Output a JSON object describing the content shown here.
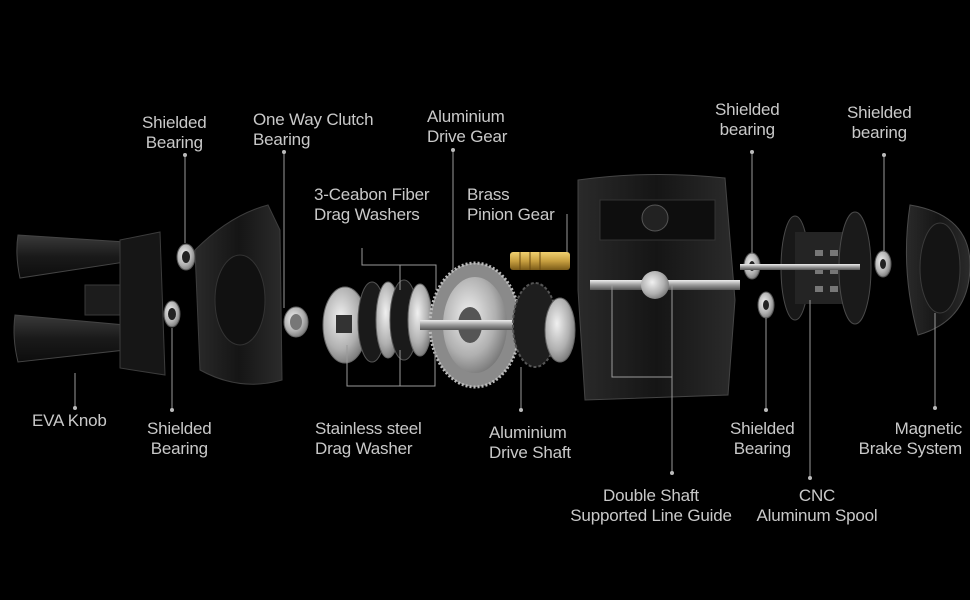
{
  "labels": {
    "shielded_bearing_top_left": [
      "Shielded",
      "Bearing"
    ],
    "one_way_clutch_bearing": [
      "One Way Clutch",
      "Bearing"
    ],
    "aluminium_drive_gear": [
      "Aluminium",
      "Drive Gear"
    ],
    "carbon_fiber_drag_washers": [
      "3-Ceabon Fiber",
      "Drag Washers"
    ],
    "brass_pinion_gear": [
      "Brass",
      "Pinion Gear"
    ],
    "shielded_bearing_top_mid": [
      "Shielded",
      "bearing"
    ],
    "shielded_bearing_top_right": [
      "Shielded",
      "bearing"
    ],
    "eva_knob": [
      "EVA Knob"
    ],
    "shielded_bearing_bottom_left": [
      "Shielded",
      "Bearing"
    ],
    "stainless_steel_drag_washer": [
      "Stainless steel",
      "Drag Washer"
    ],
    "aluminium_drive_shaft": [
      "Aluminium",
      "Drive Shaft"
    ],
    "double_shaft_line_guide": [
      "Double Shaft",
      "Supported Line Guide"
    ],
    "shielded_bearing_bottom_right": [
      "Shielded",
      "Bearing"
    ],
    "cnc_aluminum_spool": [
      "CNC",
      "Aluminum Spool"
    ],
    "magnetic_brake_system": [
      "Magnetic",
      "Brake System"
    ]
  },
  "colors": {
    "background": "#000000",
    "label_text": "#c9c9c9",
    "leader_line": "#9a9a9a",
    "metal_light": "#d8d8d8",
    "metal_dark": "#3a3a3a",
    "brass": "#c8a040"
  }
}
